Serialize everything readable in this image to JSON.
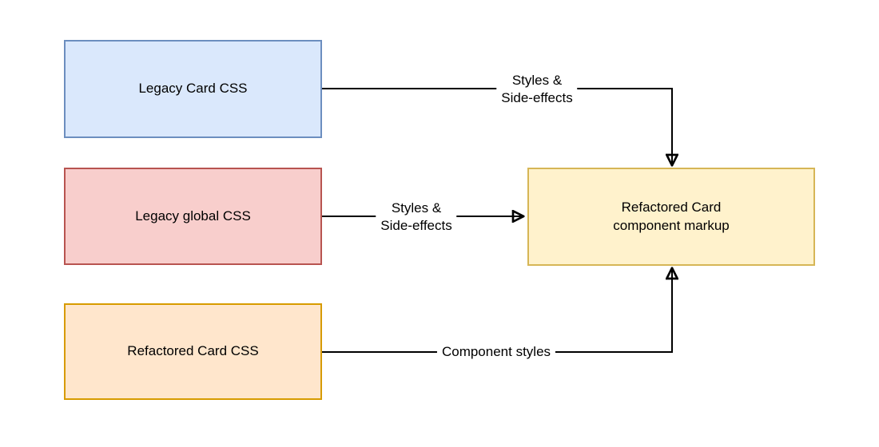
{
  "diagram": {
    "background_color": "#ffffff",
    "arrow_color": "#000000",
    "text_color": "#000000",
    "nodes": {
      "legacy_card_css": {
        "label": "Legacy Card CSS",
        "fill": "#dae8fc",
        "stroke": "#6c8ebf"
      },
      "legacy_global_css": {
        "label": "Legacy global CSS",
        "fill": "#f8cecc",
        "stroke": "#b85450"
      },
      "refactored_card_css": {
        "label": "Refactored Card CSS",
        "fill": "#ffe6cc",
        "stroke": "#d79b00"
      },
      "refactored_card_markup": {
        "label": "Refactored Card\ncomponent markup",
        "fill": "#fff2cc",
        "stroke": "#d6b656"
      }
    },
    "edges": {
      "legacy_card_to_markup": {
        "from": "Legacy Card CSS",
        "to": "Refactored Card component markup",
        "label": "Styles &\nSide-effects"
      },
      "legacy_global_to_markup": {
        "from": "Legacy global CSS",
        "to": "Refactored Card component markup",
        "label": "Styles &\nSide-effects"
      },
      "refactored_css_to_markup": {
        "from": "Refactored Card CSS",
        "to": "Refactored Card component markup",
        "label": "Component styles"
      }
    }
  }
}
